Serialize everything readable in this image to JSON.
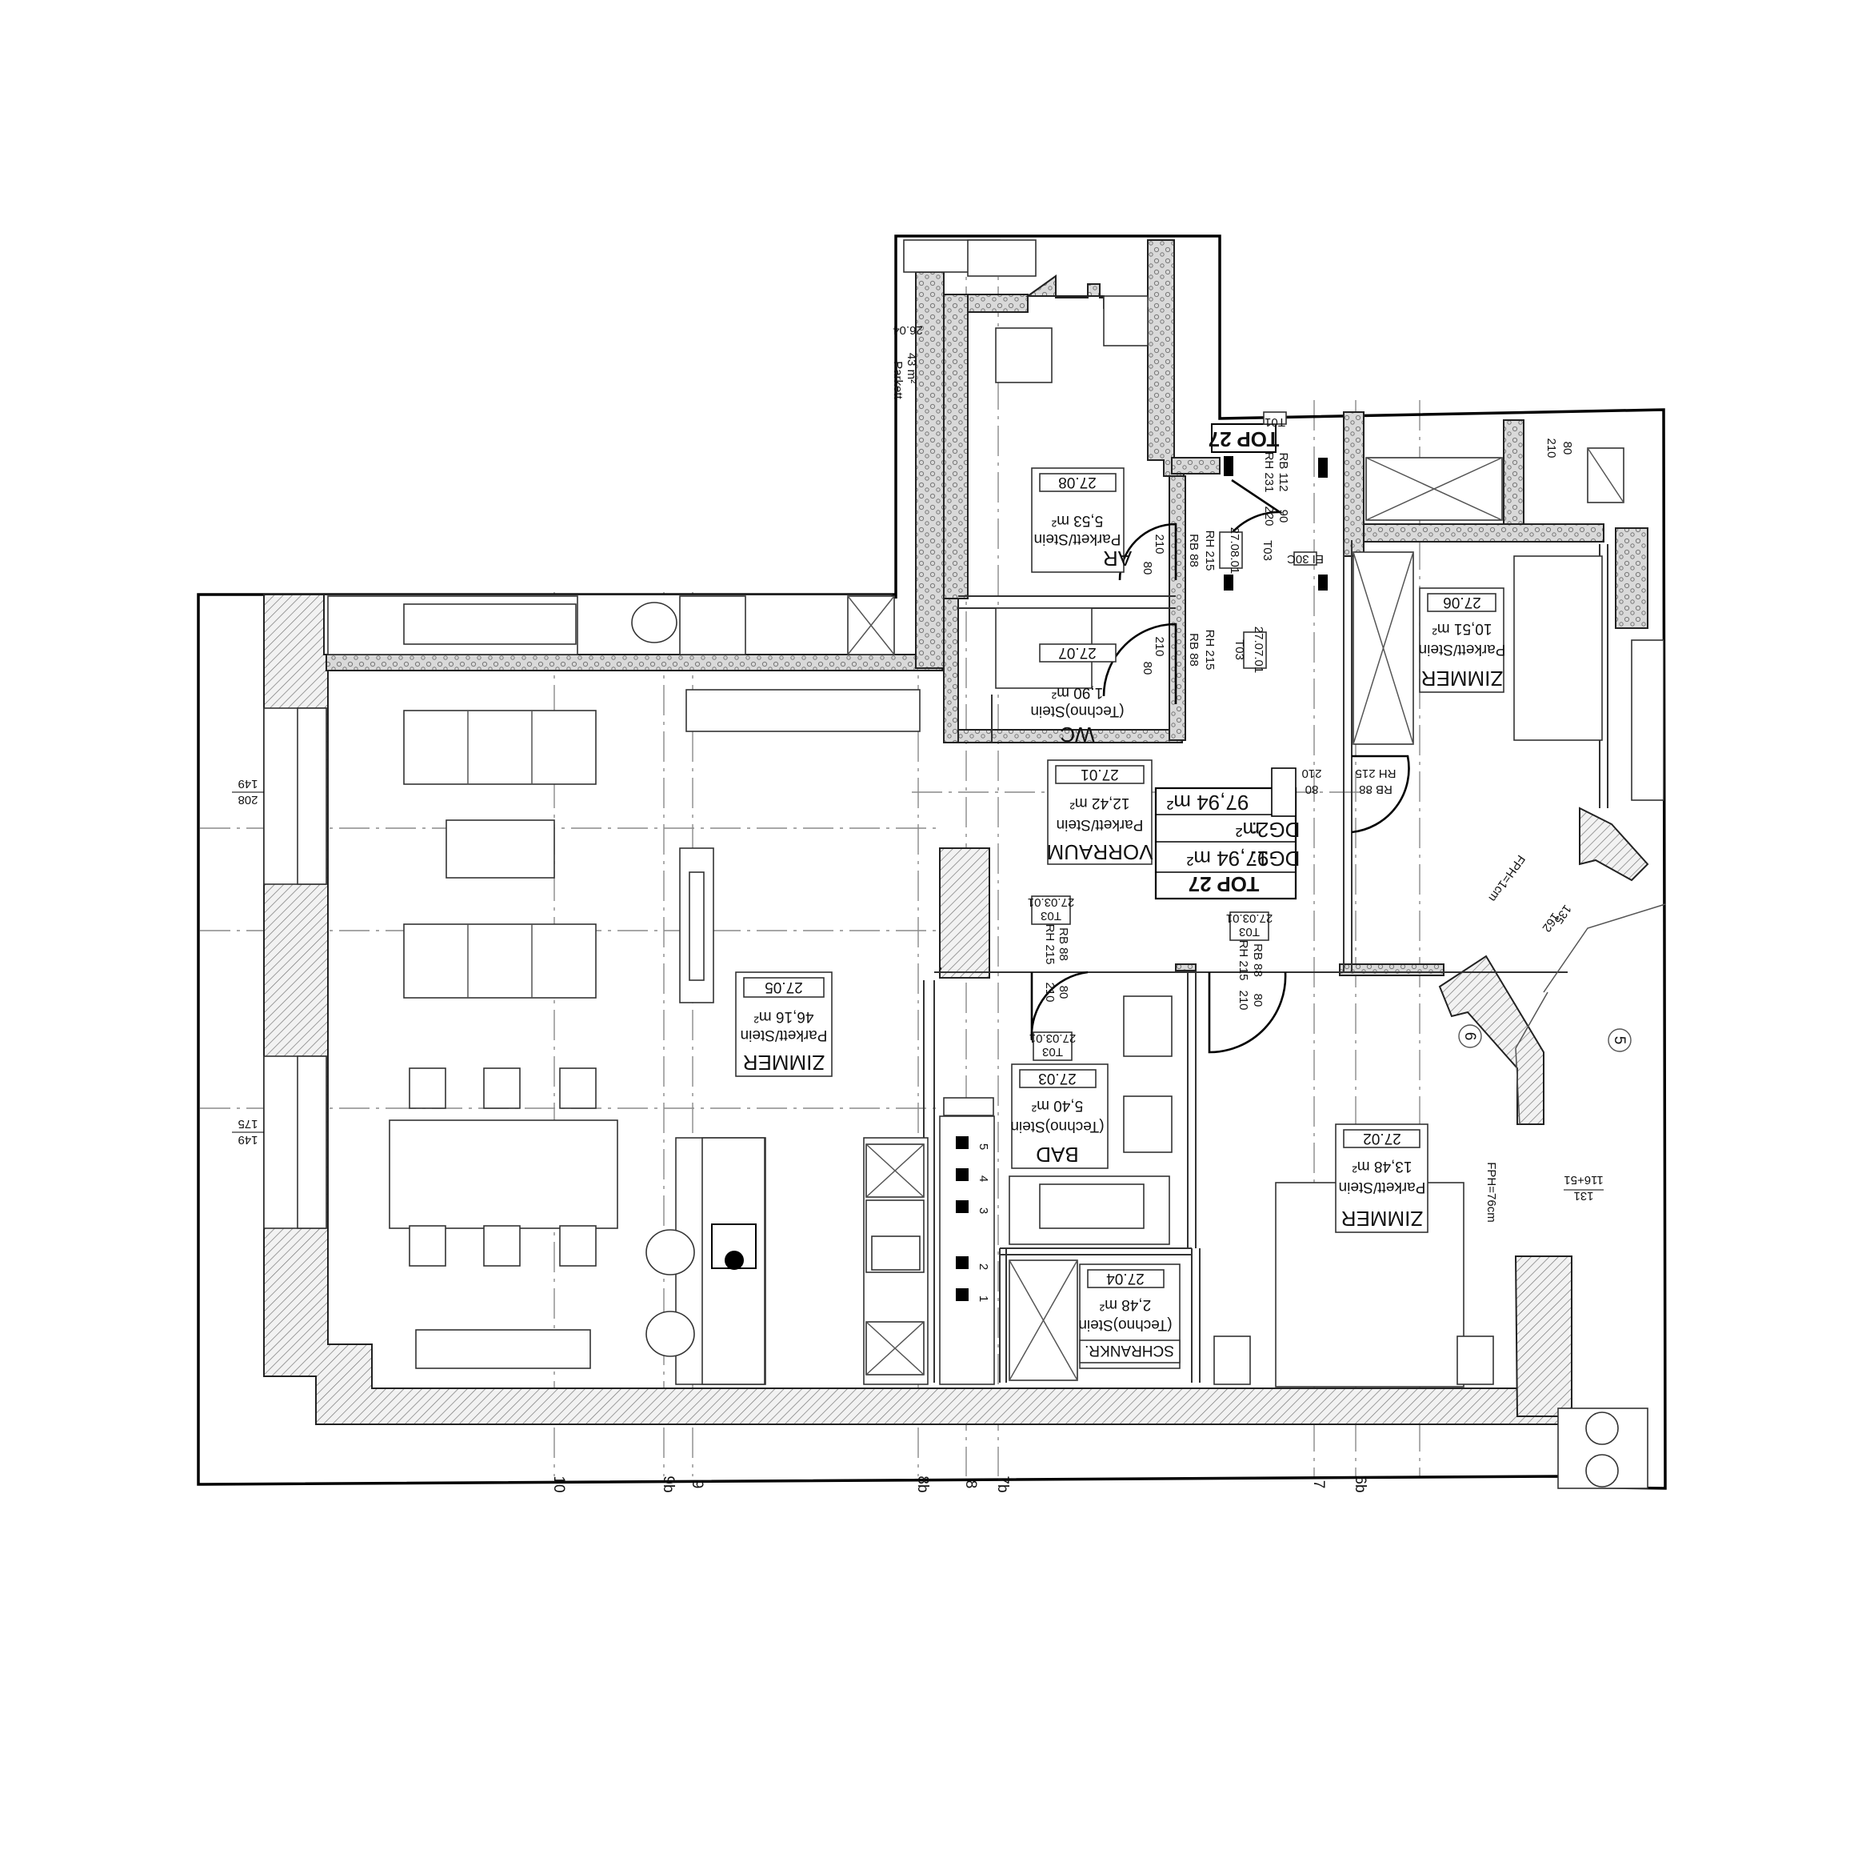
{
  "rooms": [
    {
      "name": "ZIMMER",
      "floor": "Parkett/Stein",
      "area": "46,16 m²",
      "code": "27.05"
    },
    {
      "name": "VORRAUM",
      "floor": "Parkett/Stein",
      "area": "12,42 m²",
      "code": "27.01"
    },
    {
      "name": "ZIMMER",
      "floor": "Parkett/Stein",
      "area": "10,51 m²",
      "code": "27.06"
    },
    {
      "name": "ZIMMER",
      "floor": "Parkett/Stein",
      "area": "13,48 m²",
      "code": "27.02"
    },
    {
      "name": "BAD",
      "floor": "(Techno)Stein",
      "area": "5,40 m²",
      "code": "27.03"
    },
    {
      "name": "SCHRANKR.",
      "floor": "(Techno)Stein",
      "area": "2,48 m²",
      "code": "27.04"
    },
    {
      "name": "WC",
      "floor": "(Techno)Stein",
      "area": "1,90 m²",
      "code": "27.07"
    },
    {
      "name": "AR",
      "floor": "Parkett/Stein",
      "area": "5,53 m²",
      "code": "27.08"
    }
  ],
  "summary": {
    "title": "TOP 27",
    "dg1_label": "DG1:",
    "dg1_value": "97,94 m²",
    "dg2_label": "DG2:",
    "dg2_unit": "m²",
    "dg2_value": "97,94 m²"
  },
  "top_label": "TOP 27",
  "partial_labels": {
    "code": "26.04",
    "area": "43 m²",
    "floor": "Parkett"
  },
  "doors": [
    {
      "type": "T03",
      "code": "27.08.01",
      "rb": "RB 88",
      "rh": "RH 215",
      "w": "80",
      "h": "210"
    },
    {
      "type": "T03",
      "code": "27.07.01",
      "rb": "RB 88",
      "rh": "RH 215",
      "w": "80",
      "h": "210"
    },
    {
      "type": "T03",
      "code": "27.03.01",
      "rb": "RB 88",
      "rh": "RH 215",
      "w": "80",
      "h": "210"
    },
    {
      "type": "T03",
      "code": "27.03.01",
      "rb": "RB 88",
      "rh": "RH 215",
      "w": "80",
      "h": "210"
    },
    {
      "type": "T01",
      "code": "",
      "rb": "RB 112",
      "rh": "RH 231",
      "w": "90",
      "h": "220"
    },
    {
      "type": "",
      "code": "",
      "rb": "RB 88",
      "rh": "RH 215",
      "w": "80",
      "h": "210"
    }
  ],
  "entry_code": "EI 30C",
  "top_door": {
    "w": "80",
    "h": "210"
  },
  "window_dims": [
    {
      "a": "149",
      "b": "208"
    },
    {
      "a": "149",
      "b": "175"
    },
    {
      "a": "131",
      "b": "116+51"
    },
    {
      "a": "162",
      "b": "135"
    }
  ],
  "fph": [
    "FPH=1cm",
    "FPH=76cm"
  ],
  "axes": [
    "10",
    "9b",
    "9",
    "8b",
    "8",
    "7b",
    "7",
    "6b",
    "6",
    "5"
  ],
  "shaft_numbers": [
    "5",
    "4",
    "3",
    "2",
    "1"
  ],
  "colors": {
    "line": "#000000",
    "hatch": "#555555",
    "axis": "#8a8a8a"
  }
}
